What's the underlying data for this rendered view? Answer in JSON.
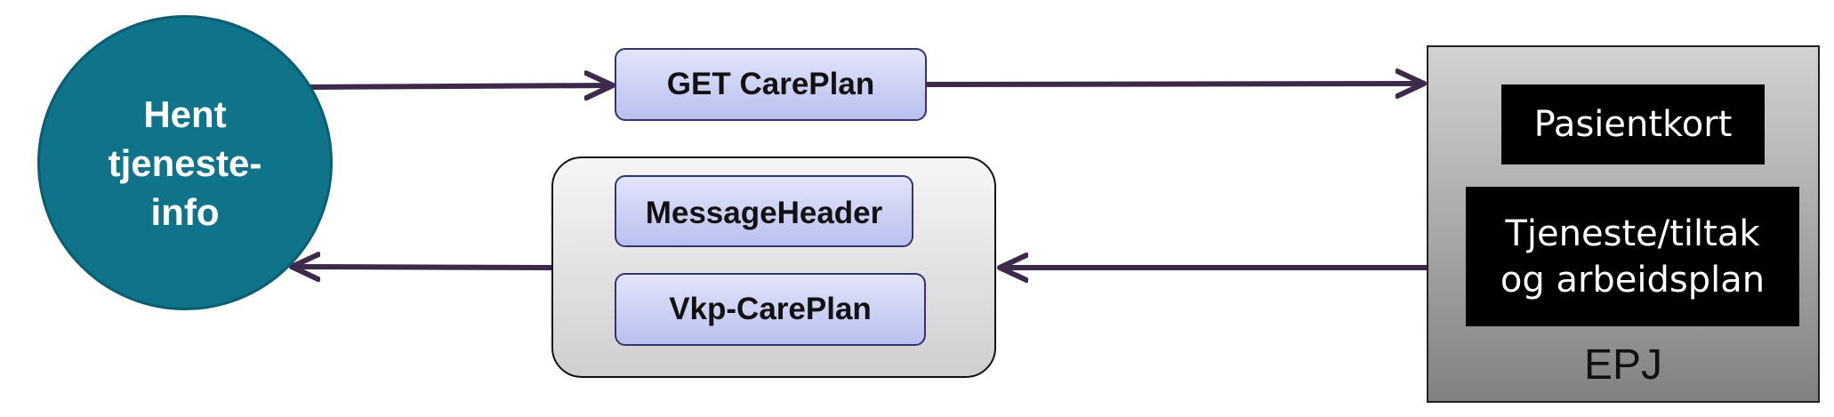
{
  "nodes": {
    "service_circle": "Hent\ntjeneste-\ninfo",
    "get_request": "GET CarePlan",
    "message_header": "MessageHeader",
    "care_plan": "Vkp-CarePlan",
    "patient_card": "Pasientkort",
    "service_plan": "Tjeneste/tiltak\nog arbeidsplan",
    "epj": "EPJ"
  },
  "colors": {
    "circle_fill": "#0f7389",
    "pill_fill_top": "#e2e5fa",
    "pill_fill_bottom": "#b9c0ee",
    "arrow": "#3d2a4a",
    "epj_fill": "#a9a9a9",
    "black_box": "#000000"
  },
  "edges": [
    {
      "from": "service_circle",
      "to": "get_request"
    },
    {
      "from": "get_request",
      "to": "epj"
    },
    {
      "from": "epj",
      "to": "message_container"
    },
    {
      "from": "message_container",
      "to": "service_circle"
    }
  ]
}
